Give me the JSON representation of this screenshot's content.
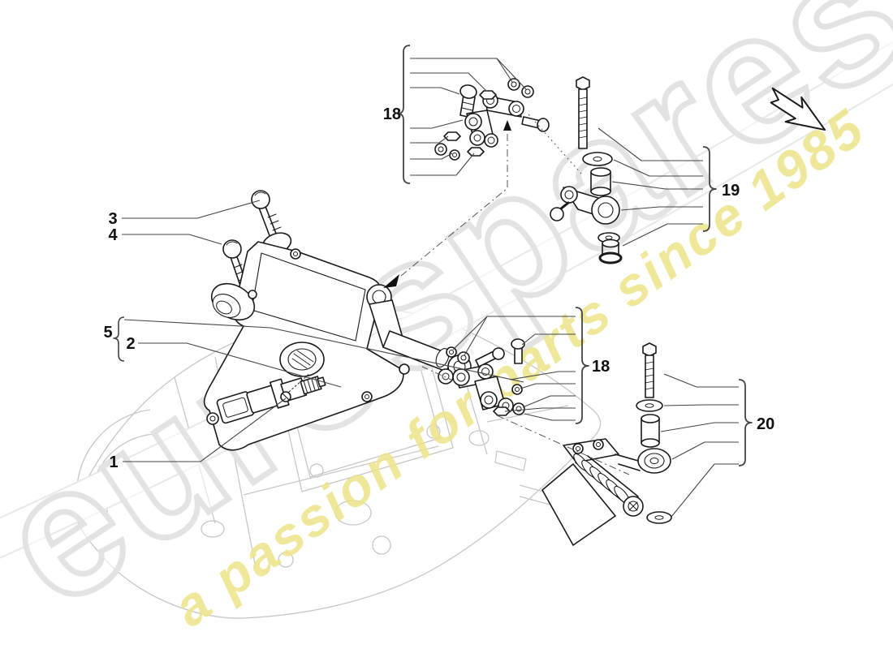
{
  "page": {
    "background_color": "#ffffff",
    "line_color": "#1a1a1a",
    "faded_line_color": "#c7c7c7"
  },
  "watermark": {
    "brand": "eurospares",
    "tagline": "a passion for parts since 1985",
    "brand_outline_color": "#e3e3e3",
    "tagline_color": "#ece489",
    "swoosh_color": "#e8e8e8"
  },
  "callouts": [
    {
      "label": "3"
    },
    {
      "label": "4"
    },
    {
      "label": "5"
    },
    {
      "label": "2"
    },
    {
      "label": "1"
    },
    {
      "label": "18"
    },
    {
      "label": "19"
    },
    {
      "label": "18"
    },
    {
      "label": "20"
    }
  ],
  "direction_arrow": {
    "orientation": "lower-right"
  }
}
